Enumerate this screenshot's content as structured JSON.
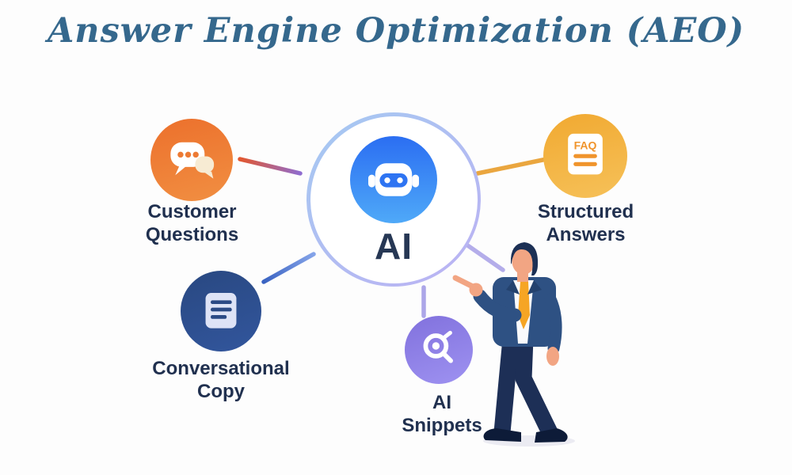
{
  "title": "Answer Engine Optimization (AEO)",
  "hub": {
    "label": "AI",
    "icon": "robot-icon"
  },
  "nodes": [
    {
      "id": "customer-questions",
      "label": "Customer Questions",
      "lines": [
        "Customer",
        "Questions"
      ],
      "icon": "chat-bubbles-icon",
      "circle_color": "#ED7A33"
    },
    {
      "id": "structured-answers",
      "label": "Structured Answers",
      "lines": [
        "Structured",
        "Answers"
      ],
      "icon": "faq-document-icon",
      "icon_label": "FAQ",
      "circle_color": "#F2AC3C"
    },
    {
      "id": "conversational-copy",
      "label": "Conversational Copy",
      "lines": [
        "Conversational",
        "Copy"
      ],
      "icon": "document-lines-icon",
      "circle_color": "#2B4B88"
    },
    {
      "id": "ai-snippets",
      "label": "AI Snippets",
      "lines": [
        "AI",
        "Snippets"
      ],
      "icon": "magnifier-target-icon",
      "circle_color": "#8D7FE8"
    }
  ],
  "illustration": {
    "name": "businessman pointing at AI hub"
  },
  "colors": {
    "background": "#FDFDFD",
    "title_text": "#35688D",
    "label_text": "#20304F",
    "hub_ring_start": "#A7C7F2",
    "hub_ring_end": "#BAB4F3",
    "robot_badge_start": "#2B6EF2",
    "robot_badge_end": "#4FA9F8",
    "connector_orange_purple": [
      "#E2572F",
      "#8F6CCF"
    ],
    "connector_amber": "#EAA63F",
    "connector_blue": [
      "#3A63C2",
      "#85A4E9"
    ],
    "connector_lavender": "#ACA6E8",
    "suit_navy": "#2E5183",
    "pants_navy": "#1D2F56",
    "tie_orange": "#F6A524",
    "skin": "#F2A583"
  }
}
